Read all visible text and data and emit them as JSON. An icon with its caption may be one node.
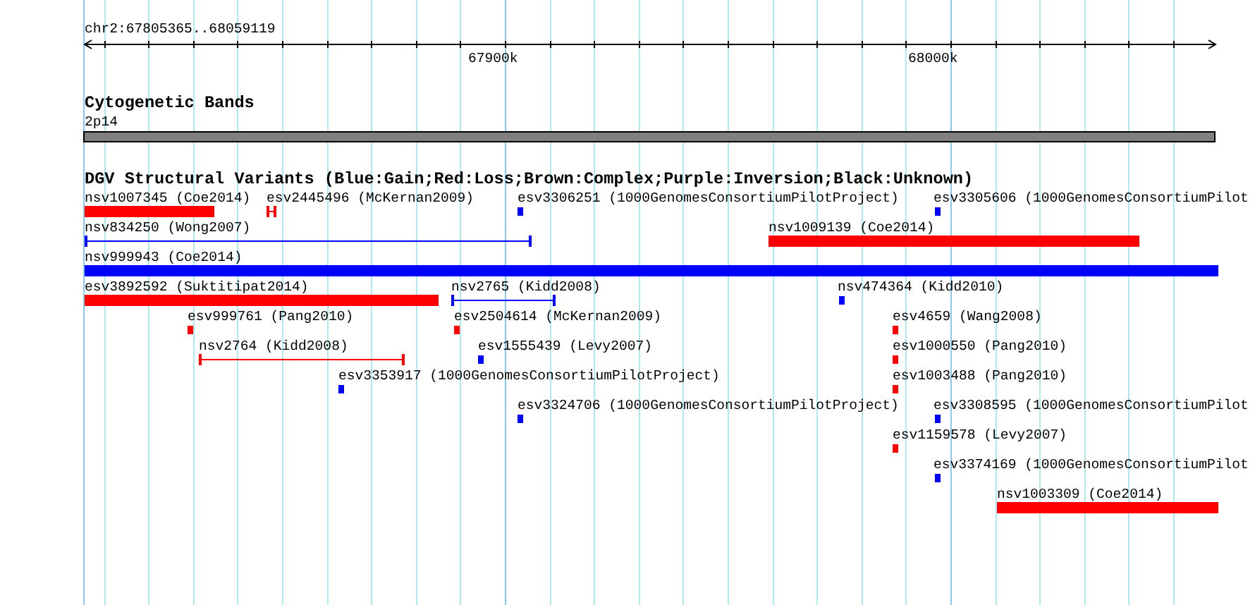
{
  "diagram": {
    "title": "chr2:67805365..68059119",
    "nodes": [
      {
        "text": [
          "nsv1007345 (Coe2014)"
        ]
      },
      {
        "text": [
          "esv2445496 (McKernan2009)"
        ]
      },
      {
        "text": [
          "esv3306251 (1000GenomesConsortiumPilotProject)"
        ]
      },
      {
        "text": [
          "esv3305606 (1000GenomesConsortiumPilot"
        ]
      },
      {
        "text": [
          "nsv834250 (Wong2007)"
        ]
      },
      {
        "text": [
          "nsv1009139 (Coe2014)"
        ]
      },
      {
        "text": [
          "nsv999943 (Coe2014)"
        ]
      },
      {
        "text": [
          "esv3892592 (Suktitipat2014)"
        ]
      },
      {
        "text": [
          "nsv2765 (Kidd2008)"
        ]
      },
      {
        "text": [
          "nsv474364 (Kidd2010)"
        ]
      },
      {
        "text": [
          "esv999761 (Pang2010)"
        ]
      },
      {
        "text": [
          "esv2504614 (McKernan2009)"
        ]
      },
      {
        "text": [
          "esv4659 (Wang2008)"
        ]
      },
      {
        "text": [
          "nsv2764 (Kidd2008)"
        ]
      },
      {
        "text": [
          "esv1555439 (Levy2007)"
        ]
      },
      {
        "text": [
          "esv1000550 (Pang2010)"
        ]
      },
      {
        "text": [
          "esv3353917 (1000GenomesConsortiumPilotProject)"
        ]
      },
      {
        "text": [
          "esv1003488 (Pang2010)"
        ]
      },
      {
        "text": [
          "esv3324706 (1000GenomesConsortiumPilotProject)"
        ]
      },
      {
        "text": [
          "esv3308595 (1000GenomesConsortiumPilot"
        ]
      },
      {
        "text": [
          "esv1159578 (Levy2007)"
        ]
      },
      {
        "text": [
          "esv3374169 (1000GenomesConsortiumPilot"
        ]
      },
      {
        "text": [
          "nsv1003309 (Coe2014)"
        ]
      }
    ],
    "labels": [
      "67900k",
      "68000k",
      "Cytogenetic Bands",
      "2p14",
      "DGV Structural Variants (Blue:Gain;Red:Loss;Brown:Complex;Purple:Inversion;Black:Unknown)"
    ]
  }
}
